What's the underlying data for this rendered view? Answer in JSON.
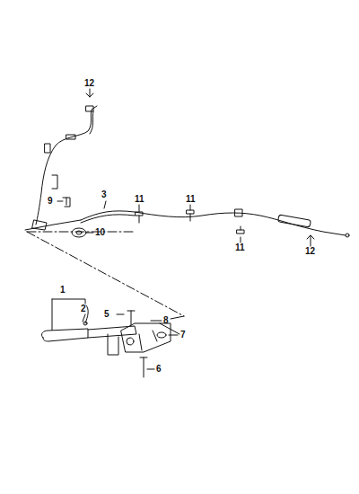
{
  "diagram": {
    "labels": [
      "12",
      "9",
      "3",
      "11",
      "11",
      "12",
      "10",
      "11",
      "1",
      "2",
      "5",
      "8",
      "7",
      "6"
    ]
  }
}
